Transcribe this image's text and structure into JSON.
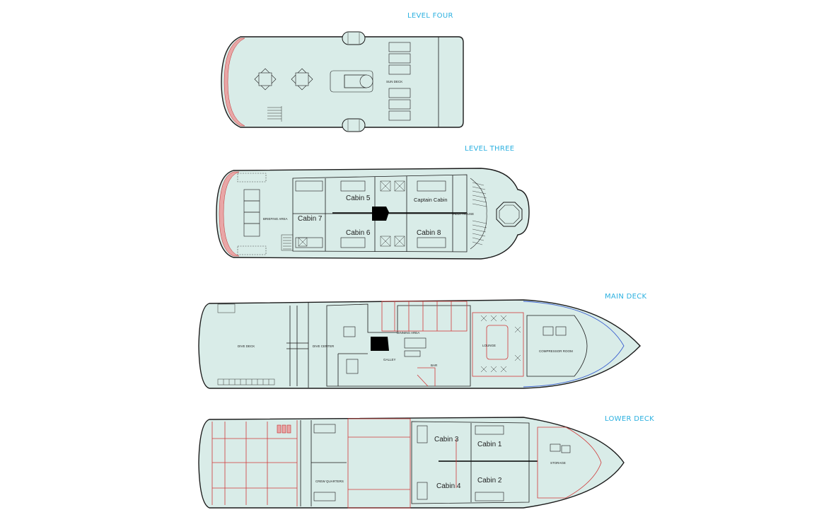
{
  "decks": [
    {
      "id": "level-four",
      "title": "LEVEL FOUR",
      "areas": {
        "sun_deck": "SUN DECK"
      }
    },
    {
      "id": "level-three",
      "title": "LEVEL THREE",
      "areas": {
        "briefing_area": "BRIEFING AREA",
        "pilot_house": "PILOT HOUSE",
        "cabin_5": "Cabin 5",
        "cabin_6": "Cabin 6",
        "cabin_7": "Cabin 7",
        "cabin_8": "Cabin 8",
        "captain_cabin": "Captain Cabin"
      }
    },
    {
      "id": "main-deck",
      "title": "MAIN DECK",
      "areas": {
        "dive_deck": "DIVE DECK",
        "dive_center": "DIVE CENTER",
        "dinning_area": "DINNING AREA",
        "galley": "GALLEY",
        "bar": "BAR",
        "lounge": "LOUNGE",
        "compressor_room": "COMPRESSOR ROOM"
      }
    },
    {
      "id": "lower-deck",
      "title": "LOWER DECK",
      "areas": {
        "crew_quarters": "CREW QUARTERS",
        "storage": "STORAGE",
        "cabin_1": "Cabin 1",
        "cabin_2": "Cabin 2",
        "cabin_3": "Cabin 3",
        "cabin_4": "Cabin 4"
      }
    }
  ],
  "colors": {
    "hull_fill": "#d9ece8",
    "outline": "#1a1a1a",
    "accent_red": "#d03a3a",
    "title_blue": "#2bb0e0",
    "bow_line_blue": "#3a5fd0"
  }
}
